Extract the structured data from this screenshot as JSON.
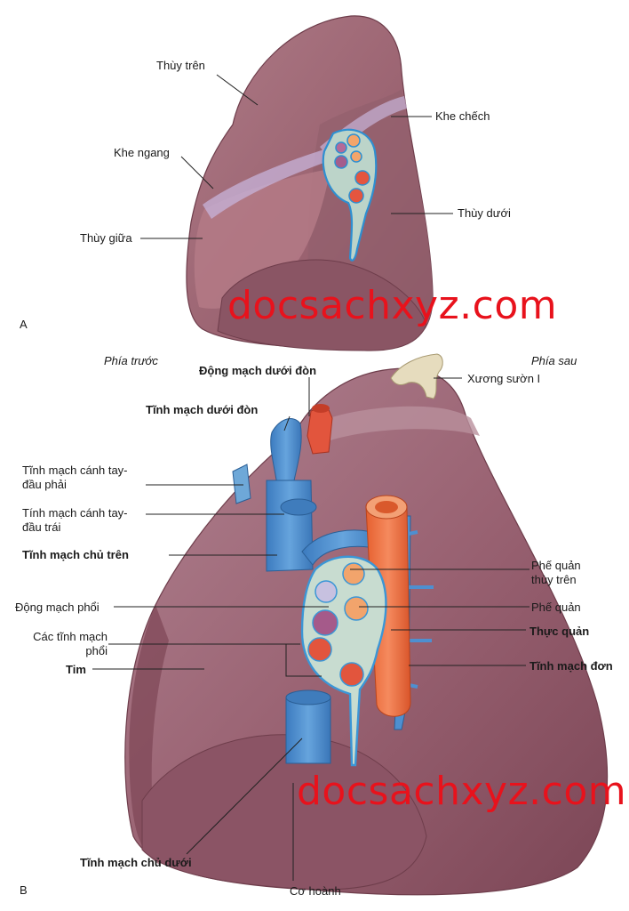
{
  "panelA": {
    "letter": "A",
    "labels": {
      "thuy_tren": "Thùy trên",
      "khe_chech": "Khe chếch",
      "khe_ngang": "Khe ngang",
      "thuy_duoi": "Thùy dưới",
      "thuy_giua": "Thùy giữa"
    }
  },
  "panelB": {
    "letter": "B",
    "labels": {
      "phia_truoc": "Phía trước",
      "phia_sau": "Phía sau",
      "dong_mach_duoi_don": "Động mạch dưới đòn",
      "xuong_suon": "Xương sườn I",
      "tinh_mach_duoi_don": "Tĩnh mạch dưới đòn",
      "tm_canh_tay_phai": "Tĩnh mạch cánh tay-đầu phải",
      "tm_canh_tay_trai": "Tính mạch cánh tay-đầu trái",
      "tm_chu_tren": "Tĩnh mạch chủ trên",
      "phe_quan_thuy_tren": "Phế quản thùy trên",
      "dong_mach_phoi": "Động mạch phổi",
      "phe_quan": "Phế quản",
      "cac_tinh_mach_phoi": "Các tĩnh mạch phổi",
      "thuc_quan": "Thực quản",
      "tim": "Tim",
      "tinh_mach_don": "Tĩnh mạch đơn",
      "tm_chu_duoi": "Tĩnh mạch chủ dưới",
      "co_hoanh": "Cơ hoành"
    }
  },
  "watermarks": [
    "docsachxyz.com",
    "docsachxyz.com"
  ],
  "colors": {
    "lung": "#9c6472",
    "lung_dark": "#7e4a58",
    "lung_light": "#b58590",
    "vein_blue": "#4e8fd0",
    "artery_red": "#e2553d",
    "esophagus": "#ec6e44",
    "bronchus": "#f2a46c",
    "hilum_fill": "#c8dcd0",
    "bone": "#e6dcbe",
    "watermark": "#e8121c"
  }
}
